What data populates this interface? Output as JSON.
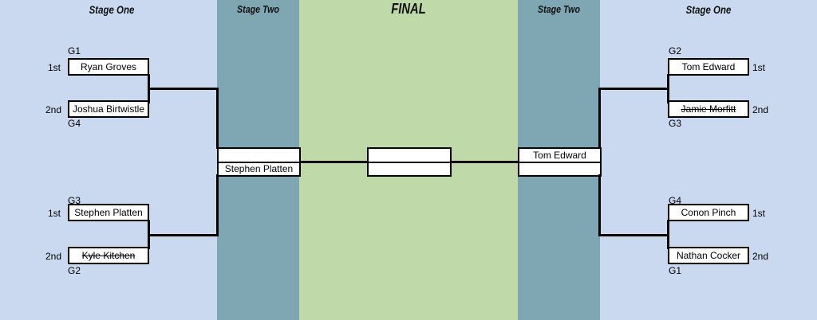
{
  "headers": {
    "stage_one_left": "Stage One",
    "stage_two_left": "Stage Two",
    "final": "FINAL",
    "stage_two_right": "Stage Two",
    "stage_one_right": "Stage One"
  },
  "colors": {
    "background_stage_one": "#cbd9f0",
    "background_stage_two": "#7fa6b3",
    "background_final": "#bfd9a8",
    "box_fill": "#ffffff",
    "line": "#000000"
  },
  "stage_one_left": {
    "match_top": {
      "group_top": "G1",
      "group_bottom": "G4",
      "place_top": "1st",
      "place_bottom": "2nd",
      "team_top": "Ryan Groves",
      "team_bottom": "Joshua Birtwistle",
      "team_top_eliminated": false,
      "team_bottom_eliminated": false
    },
    "match_bottom": {
      "group_top": "G3",
      "group_bottom": "G2",
      "place_top": "1st",
      "place_bottom": "2nd",
      "team_top": "Stephen Platten",
      "team_bottom": "Kyle Kitchen",
      "team_top_eliminated": false,
      "team_bottom_eliminated": true
    }
  },
  "stage_one_right": {
    "match_top": {
      "group_top": "G2",
      "group_bottom": "G3",
      "place_top": "1st",
      "place_bottom": "2nd",
      "team_top": "Tom Edward",
      "team_bottom": "Jamie Morfitt",
      "team_top_eliminated": false,
      "team_bottom_eliminated": true
    },
    "match_bottom": {
      "group_top": "G4",
      "group_bottom": "G1",
      "place_top": "1st",
      "place_bottom": "2nd",
      "team_top": "Conon Pinch",
      "team_bottom": "Nathan Cocker",
      "team_top_eliminated": false,
      "team_bottom_eliminated": false
    }
  },
  "stage_two_left": {
    "slot_top": "",
    "slot_bottom": "Stephen Platten"
  },
  "stage_two_right": {
    "slot_top": "Tom Edward",
    "slot_bottom": ""
  },
  "final": {
    "slot_top": "",
    "slot_bottom": ""
  }
}
